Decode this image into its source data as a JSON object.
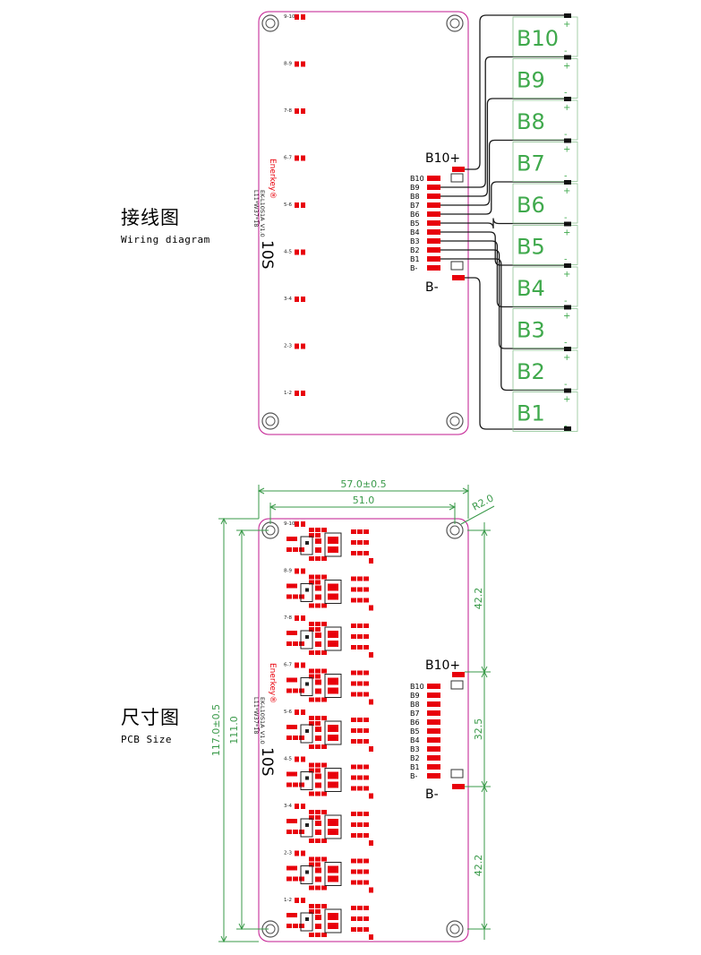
{
  "wiring_section": {
    "title_cn": "接线图",
    "title_en": "Wiring diagram",
    "board": {
      "brand": "Enerkey®",
      "model_line1": "EK-L10S1A_V1.0",
      "model_line2": "L11*W37*18",
      "series_label": "10S",
      "pair_labels": [
        "9-10",
        "8-9",
        "7-8",
        "6-7",
        "5-6",
        "4-5",
        "3-4",
        "2-3",
        "1-2"
      ]
    },
    "header_top_label": "B10+",
    "header_bottom_label": "B-",
    "pin_labels": [
      "B10",
      "B9",
      "B8",
      "B7",
      "B6",
      "B5",
      "B4",
      "B3",
      "B2",
      "B1",
      "B-"
    ],
    "battery_labels": [
      "B10",
      "B9",
      "B8",
      "B7",
      "B6",
      "B5",
      "B4",
      "B3",
      "B2",
      "B1"
    ],
    "battery_plus": "+",
    "battery_minus": "-",
    "colors": {
      "outline": "#c2188f",
      "pad": "#e8000b",
      "battery_text": "#3fa94c",
      "cell_outline": "#8ec394",
      "wire": "#1a1a1a"
    }
  },
  "size_section": {
    "title_cn": "尺寸图",
    "title_en": "PCB Size",
    "dim_width_total": "57.0±0.5",
    "dim_width_holes": "51.0",
    "dim_radius": "R2.0",
    "dim_height_total": "117.0±0.5",
    "dim_height_holes": "111.0",
    "dim_top_segment": "42.2",
    "dim_mid_segment": "32.5",
    "dim_bottom_segment": "42.2",
    "header_top_label": "B10+",
    "header_bottom_label": "B-",
    "pin_labels": [
      "B10",
      "B9",
      "B8",
      "B7",
      "B6",
      "B5",
      "B4",
      "B3",
      "B2",
      "B1",
      "B-"
    ],
    "board": {
      "brand": "Enerkey®",
      "model_line1": "EK-L10S1A_V1.0",
      "model_line2": "L11*W37*18",
      "series_label": "10S",
      "pair_labels": [
        "9-10",
        "8-9",
        "7-8",
        "6-7",
        "5-6",
        "4-5",
        "3-4",
        "2-3",
        "1-2"
      ]
    },
    "colors": {
      "dimension": "#3a9a4a"
    }
  }
}
